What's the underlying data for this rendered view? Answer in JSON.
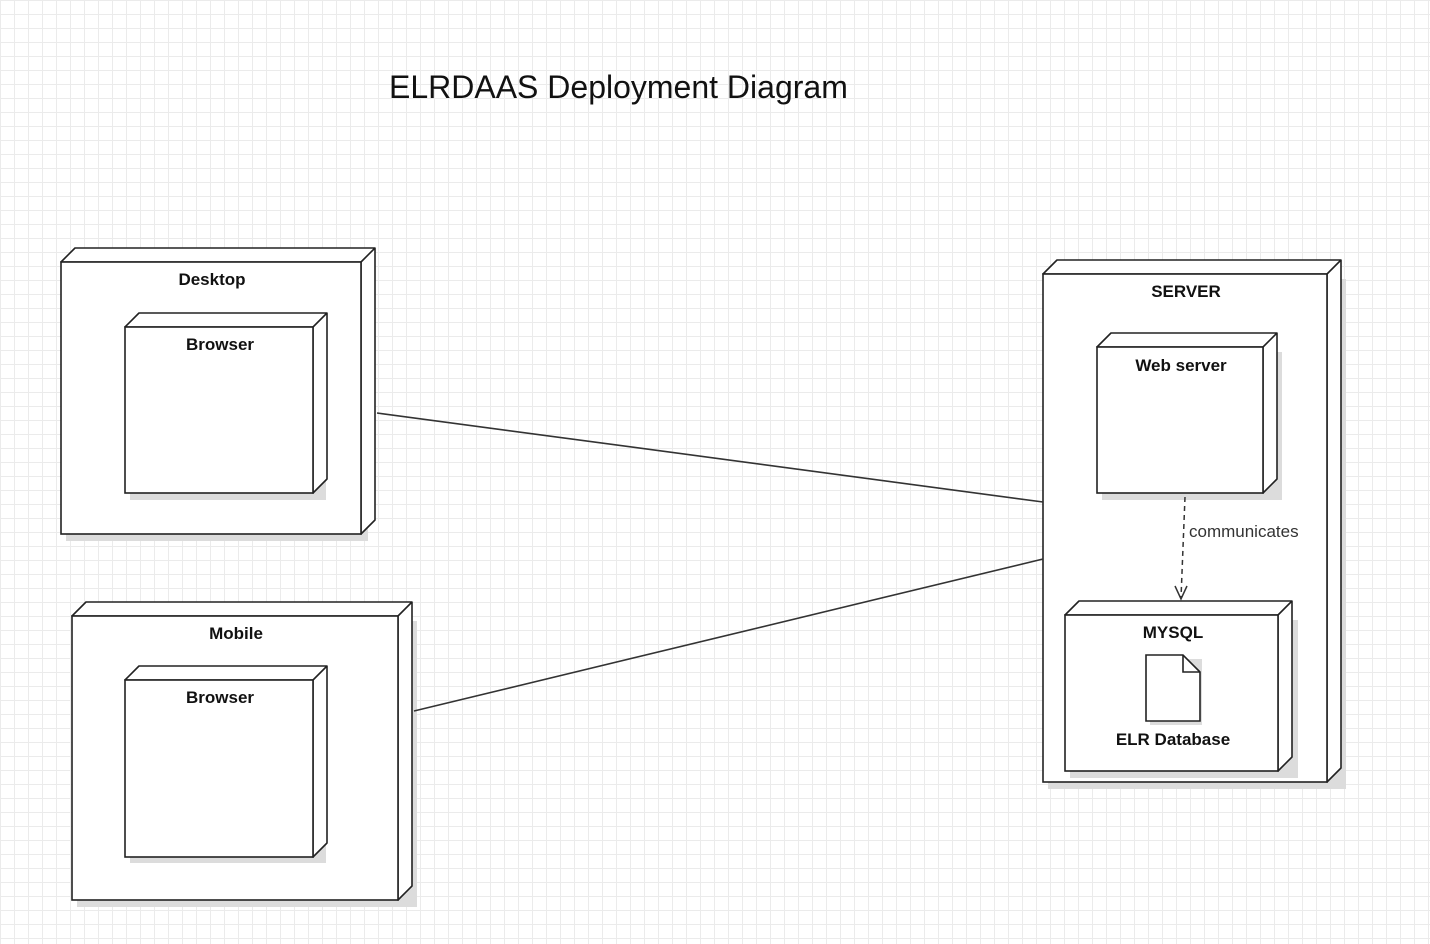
{
  "diagram": {
    "title": "ELRDAAS Deployment Diagram",
    "nodes": {
      "desktop": {
        "label": "Desktop"
      },
      "desktop_browser": {
        "label": "Browser"
      },
      "mobile": {
        "label": "Mobile"
      },
      "mobile_browser": {
        "label": "Browser"
      },
      "server": {
        "label": "SERVER"
      },
      "web_server": {
        "label": "Web server"
      },
      "mysql": {
        "label": "MYSQL"
      },
      "elr_database": {
        "label": "ELR Database"
      }
    },
    "edges": [
      {
        "from": "desktop",
        "to": "server",
        "style": "solid"
      },
      {
        "from": "mobile",
        "to": "server",
        "style": "solid"
      },
      {
        "from": "web_server",
        "to": "mysql",
        "style": "dashed",
        "label": "communicates"
      }
    ]
  }
}
